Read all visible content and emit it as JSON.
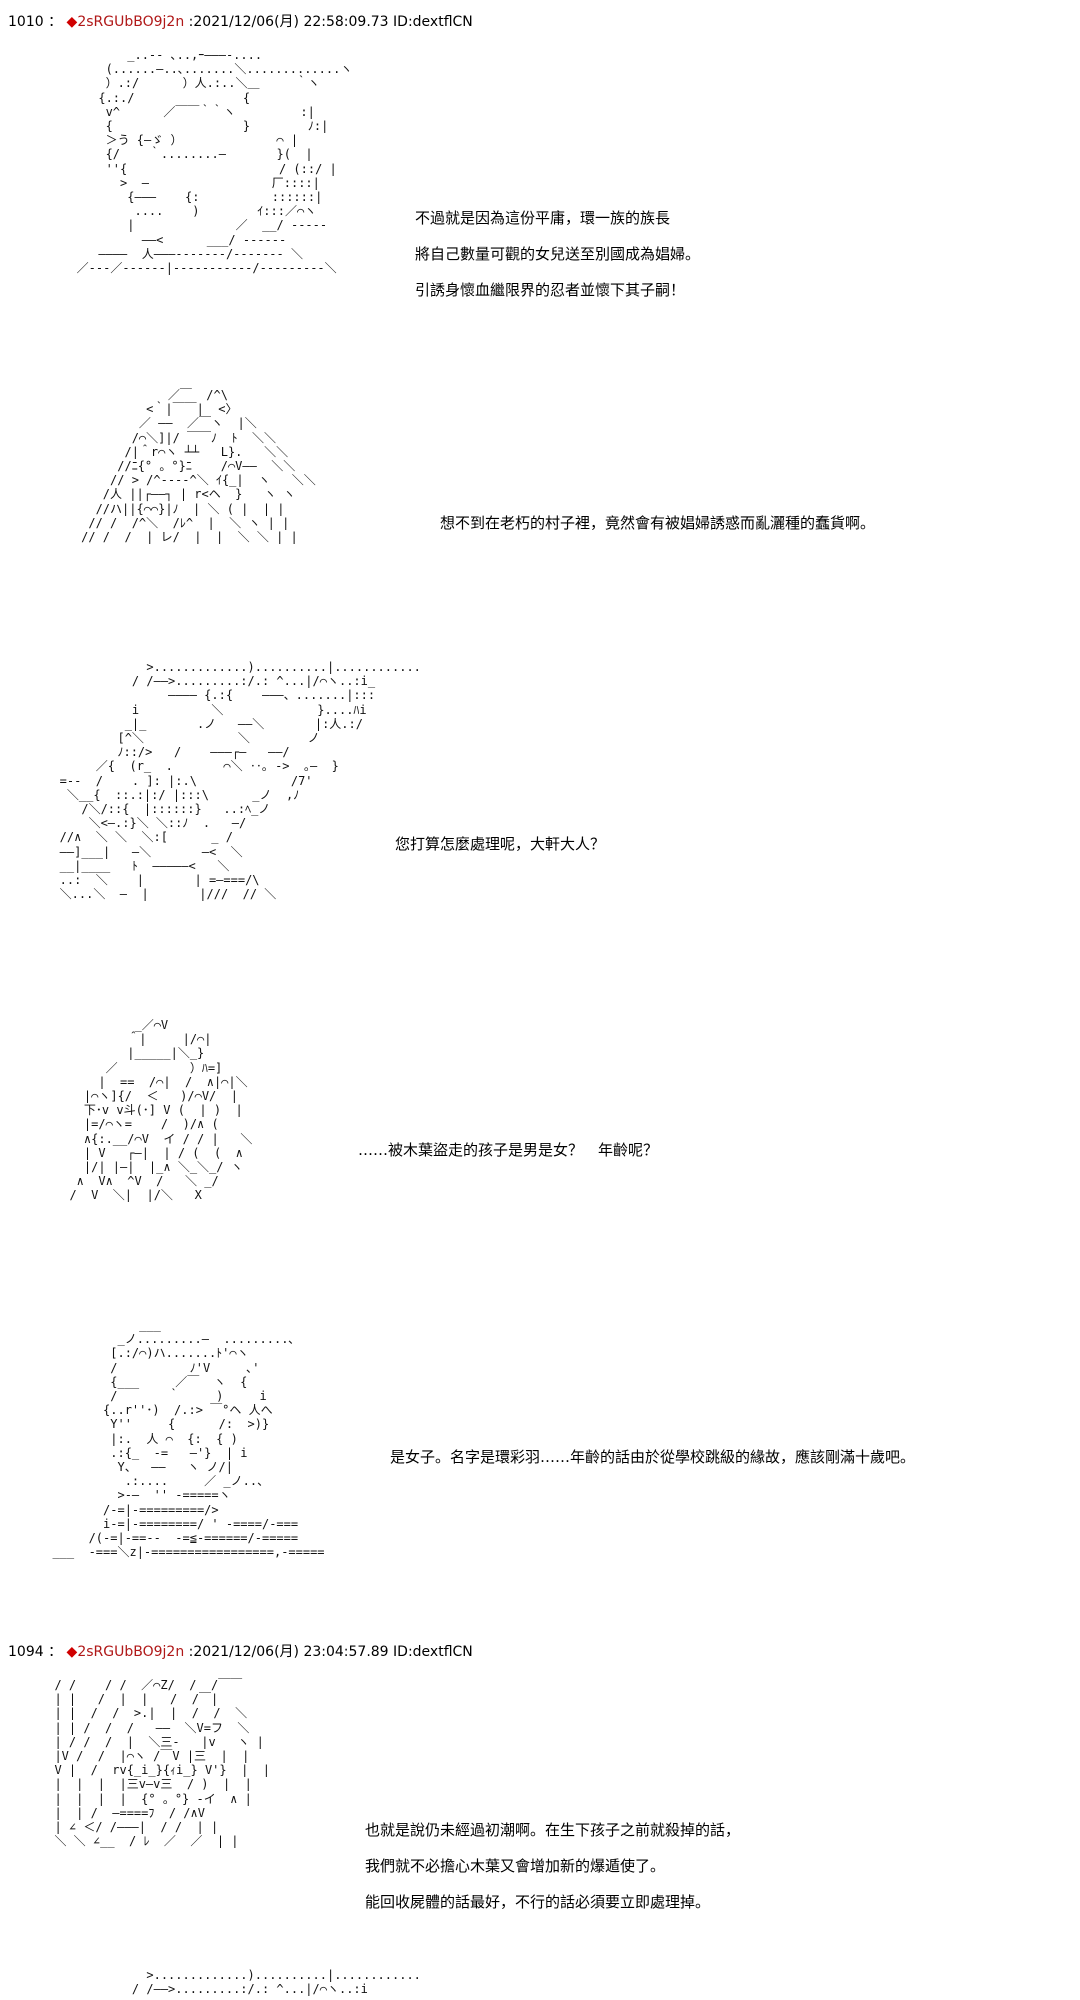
{
  "posts": [
    {
      "number": "1010",
      "separator": "：",
      "diamond": "◆",
      "trip": "2sRGUbBO9j2n",
      "date": ":2021/12/06(月) 22:58:09.73",
      "id": "ID:dextflCN",
      "panels": [
        {
          "lines": [
            "不過就是因為這份平庸，環一族的族長",
            "將自己數量可觀的女兒送至別國成為娼婦。",
            "引誘身懷血繼限界的忍者並懷下其子嗣！"
          ]
        },
        {
          "lines": [
            "想不到在老朽的村子裡，竟然會有被娼婦誘惑而亂灑種的蠢貨啊。"
          ]
        },
        {
          "lines": [
            "您打算怎麼處理呢，大軒大人？"
          ]
        },
        {
          "lines": [
            "……被木葉盜走的孩子是男是女？　年齡呢？"
          ]
        },
        {
          "lines": [
            "是女子。名字是環彩羽……年齡的話由於從學校跳級的緣故，應該剛滿十歲吧。"
          ]
        }
      ]
    },
    {
      "number": "1094",
      "separator": "：",
      "diamond": "◆",
      "trip": "2sRGUbBO9j2n",
      "date": ":2021/12/06(月) 23:04:57.89",
      "id": "ID:dextflCN",
      "panels": [
        {
          "lines": [
            "也就是說仍未經過初潮啊。在生下孩子之前就殺掉的話，",
            "我們就不必擔心木葉又會增加新的爆遁使了。",
            "能回收屍體的話最好，不行的話必須要立即處理掉。"
          ]
        }
      ]
    }
  ],
  "ascii_art": {
    "art1": "          _..-‐ ､..,ｰ―――-....\n       (......―..､.......＼.............ヽ\n       ）.:/      ）人.:..＼＿     ｀ヽ\n      {.:./               {\n       v^      ／￣￣｀｀ヽ         :|\n       {                  }        ﾉ:|\n       ＞う {―ゞ ）             ⌒ |\n       {/    ｀........―       }(  |\n       ''{                     / (::/ |\n         >  ―                 厂::::|\n          {―――    {:          ::::::|\n           ....    )        ｲ:::／⌒ヽ\n          |              ／  __/ -----\n            ――<      ___/ ------ \n      ――――  人―――-------/------- ＼\n   ／---／------|-----------/---------＼",
    "art2": "                 ／￣  /^\\\n              <｀|￣￣|  <〉\n             ／ ――  ／￣ヽ  |＼\n            /⌒＼]|/ ￣￣ﾉ  ﾄ  ＼＼\n           /|＾r⌒ヽ ┴┴   L}.   ＼＼\n          //ﾆ{° 。°}ﾆ    /⌒V――  ＼＼\n         // > /^----^＼ ｲ{_|  ヽ   ＼＼\n        /人 ||┌――┐ | r<ヘ  }   ヽ ヽ\n       //ハ||{⌒⌒}|ﾉ  | ＼ ( |  | |\n      // /  /^＼  /ﾚ^  |  ＼ ヽ | |\n     // /  /  | レ/  |  |  ＼ ＼ | |",
    "art3": "               >.............)..........|............\n             / /――>.........:/.: ^...|/⌒ヽ..:i_\n                  ―――― {.:{    ―――、.......|:::\n             i          ＼             }....ﾊi\n            _|_       .ノ   ――＼       |:人.:/\n           [^＼             ＼        ノ\n           ﾉ::/>   /    ―――┌―   ――/ \n        ／{  (r_  .       ⌒＼ ‥｡ ->  ｡―  }\n   =--  /    . ]: |:.\\             /7'\n    ＼__{  ::.:|:/ |:::\\      _ノ  ,ﾉ\n      /＼/::{  |::::::}   ..:ﾍ_ノ\n       ＼<―.:}＼ ＼::ﾉ  .   ―/\n   //∧  ＼ ＼  ＼:[      _ /\n   ――]___|   ―＼       ―<  ＼\n   __|____   ﾄ  ―――――<   ＼\n   ..:  ＼    |       | =―===/\\\n   ＼...＼  ―  |       |///  // ＼",
    "art4": "           _／⌒V\n          ＾|     |/⌒|\n          |_____|＼_}\n       ／          ）ﾊ=]\n      |  ==  /⌒|  /  ∧|⌒|＼\n    |⌒ヽ]{/  ＜   )/⌒V/  |\n    下･v v斗(･] V (  | )  |\n    |=/⌒ヽ=    /  )/∧ (\n    ∧{:.__/⌒V  イ / / |   ＼\n    | V   ┌―|  | / (  (  ∧\n    |/| |―|  |_∧ ＼_＼_/ ヽ\n   ∧  V∧  ^V  /   ＼ _/\n  /  V  ＼|  |/＼   X",
    "art5": "              ___\n           _ノ.........―  .........､\n          [.:/⌒)ハ.......ﾄ'⌒ヽ\n          /          ﾉ'V     ､'\n          {___     ／￣  ヽ  {\n          /       ｀     )     i\n         {..r''･)  /.:> ￣°ヘ 人へ\n          Y''     {      /:  >)}\n          |:.  人 ⌒  {:  { )\n          .:{_  -=   ―'}  | i\n           Y、  ――   ヽ ノ/|\n            .:....     ／ _ノ..、\n           >-―  '' -=====ヽ\n         /-=|-=========/>\n         i-=|-========/ ' -====/-===\n       /(-=|-==--  -=≦-======/-=====\n  ___  -===＼z|-=================,-=====",
    "art6": "  / /    / /  ／⌒Z/  /  /￣￣\n  | |   /  |  |   /  /￣|\n  | |  /  /  >.|  |  /  /  ＼\n  | | /  /  /   ――  ＼V=フ  ＼\n  | / /  /  |  ＼三-   |v   ヽ |\n  |V /  /  |⌒ヽ /￣V |三  |  |\n  V |  /  rv{_i_}{ｨi_} V'}  |  |\n  |  |  |  |三v―v三  / )  |  |\n  |  |  |  |  {° 。°} -イ  ∧ |\n  |  | /  ―====ﾌ  / /∧V\n  | ∠ ＜/ /―――|  / /  | |\n  ＼ ＼ ∠__  / ﾚ  ／  ／  | |",
    "art7": "               >.............)..........|............\n             / /――>.........:/.: ^...|/⌒ヽ..:i"
  }
}
